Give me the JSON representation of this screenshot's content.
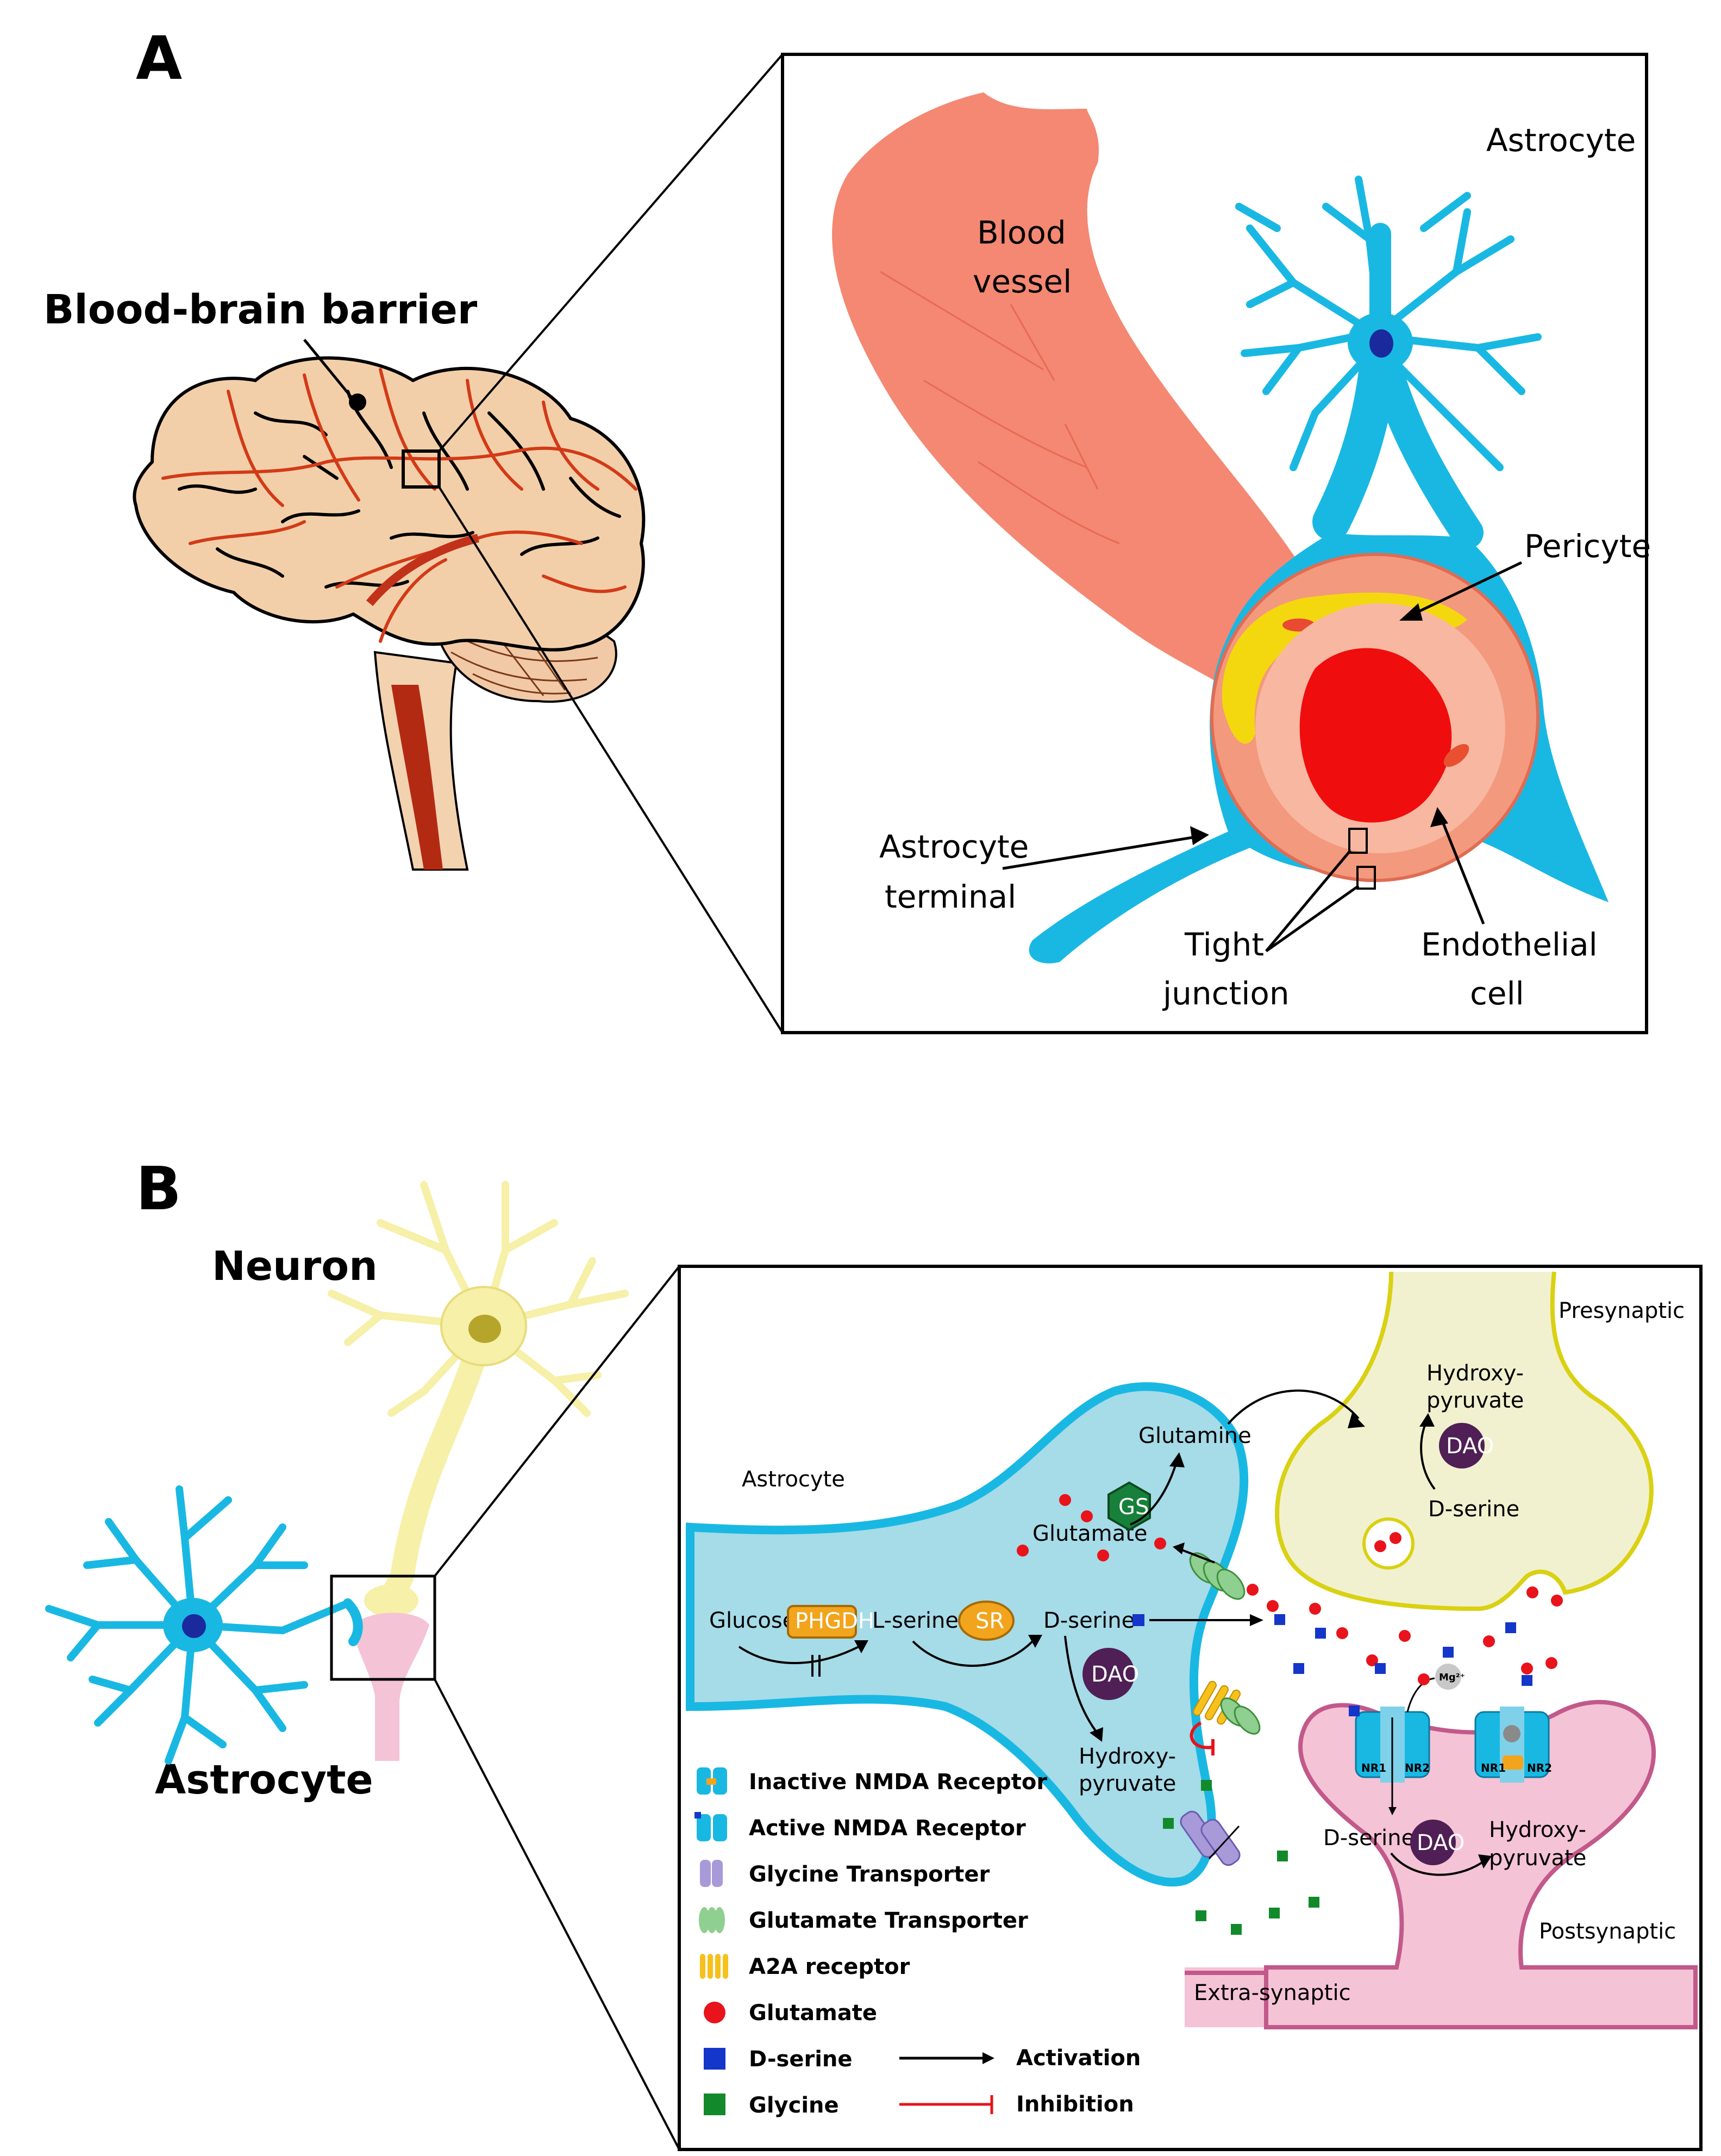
{
  "panel_a": {
    "letter": "A",
    "title": "Blood-brain barrier",
    "labels": {
      "astrocyte": "Astrocyte",
      "blood_vessel_1": "Blood",
      "blood_vessel_2": "vessel",
      "pericyte": "Pericyte",
      "astrocyte_terminal_1": "Astrocyte",
      "astrocyte_terminal_2": "terminal",
      "tight_junction_1": "Tight",
      "tight_junction_2": "junction",
      "endothelial_1": "Endothelial",
      "endothelial_2": "cell"
    }
  },
  "panel_b": {
    "letter": "B",
    "neuron": "Neuron",
    "astrocyte": "Astrocyte",
    "inset": {
      "astrocyte": "Astrocyte",
      "presynaptic": "Presynaptic",
      "postsynaptic": "Postsynaptic",
      "extrasynaptic": "Extra-synaptic",
      "glucose": "Glucose",
      "phgdh": "PHGDH",
      "l_serine": "L-serine",
      "sr": "SR",
      "d_serine": "D-serine",
      "dao": "DAO",
      "hydroxy_1": "Hydroxy-",
      "hydroxy_2": "pyruvate",
      "glutamate": "Glutamate",
      "glutamine": "Glutamine",
      "gs": "GS",
      "pre_hydroxy_1": "Hydroxy-",
      "pre_hydroxy_2": "pyruvate",
      "pre_dao": "DAO",
      "pre_d_serine": "D-serine",
      "post_d_serine": "D-serine",
      "post_dao": "DAO",
      "post_hydroxy_1": "Hydroxy-",
      "post_hydroxy_2": "pyruvate",
      "mg": "Mg²⁺",
      "nr1": "NR1",
      "nr2": "NR2"
    },
    "legend": [
      {
        "label": "Inactive NMDA Receptor",
        "icon": "nmda-inactive-icon"
      },
      {
        "label": "Active NMDA Receptor",
        "icon": "nmda-active-icon"
      },
      {
        "label": "Glycine Transporter",
        "icon": "glycine-transporter-icon"
      },
      {
        "label": "Glutamate Transporter",
        "icon": "glutamate-transporter-icon"
      },
      {
        "label": "A2A receptor",
        "icon": "a2a-receptor-icon"
      },
      {
        "label": "Glutamate",
        "icon": "red-circle-icon"
      },
      {
        "label": "D-serine",
        "icon": "blue-square-icon"
      },
      {
        "label": "Glycine",
        "icon": "green-square-icon"
      }
    ],
    "legend_arrows": {
      "activation": "Activation",
      "inhibition": "Inhibition"
    },
    "colors": {
      "astrocyte": "#19b8e3",
      "astrocyte_fill": "#a6dbe8",
      "presynaptic": "#f1f1cf",
      "postsynaptic": "#f5c3d6",
      "glutamate": "#e8131b",
      "d_serine": "#1436c9",
      "glycine": "#128a2b",
      "dao": "#4f1f55"
    }
  }
}
